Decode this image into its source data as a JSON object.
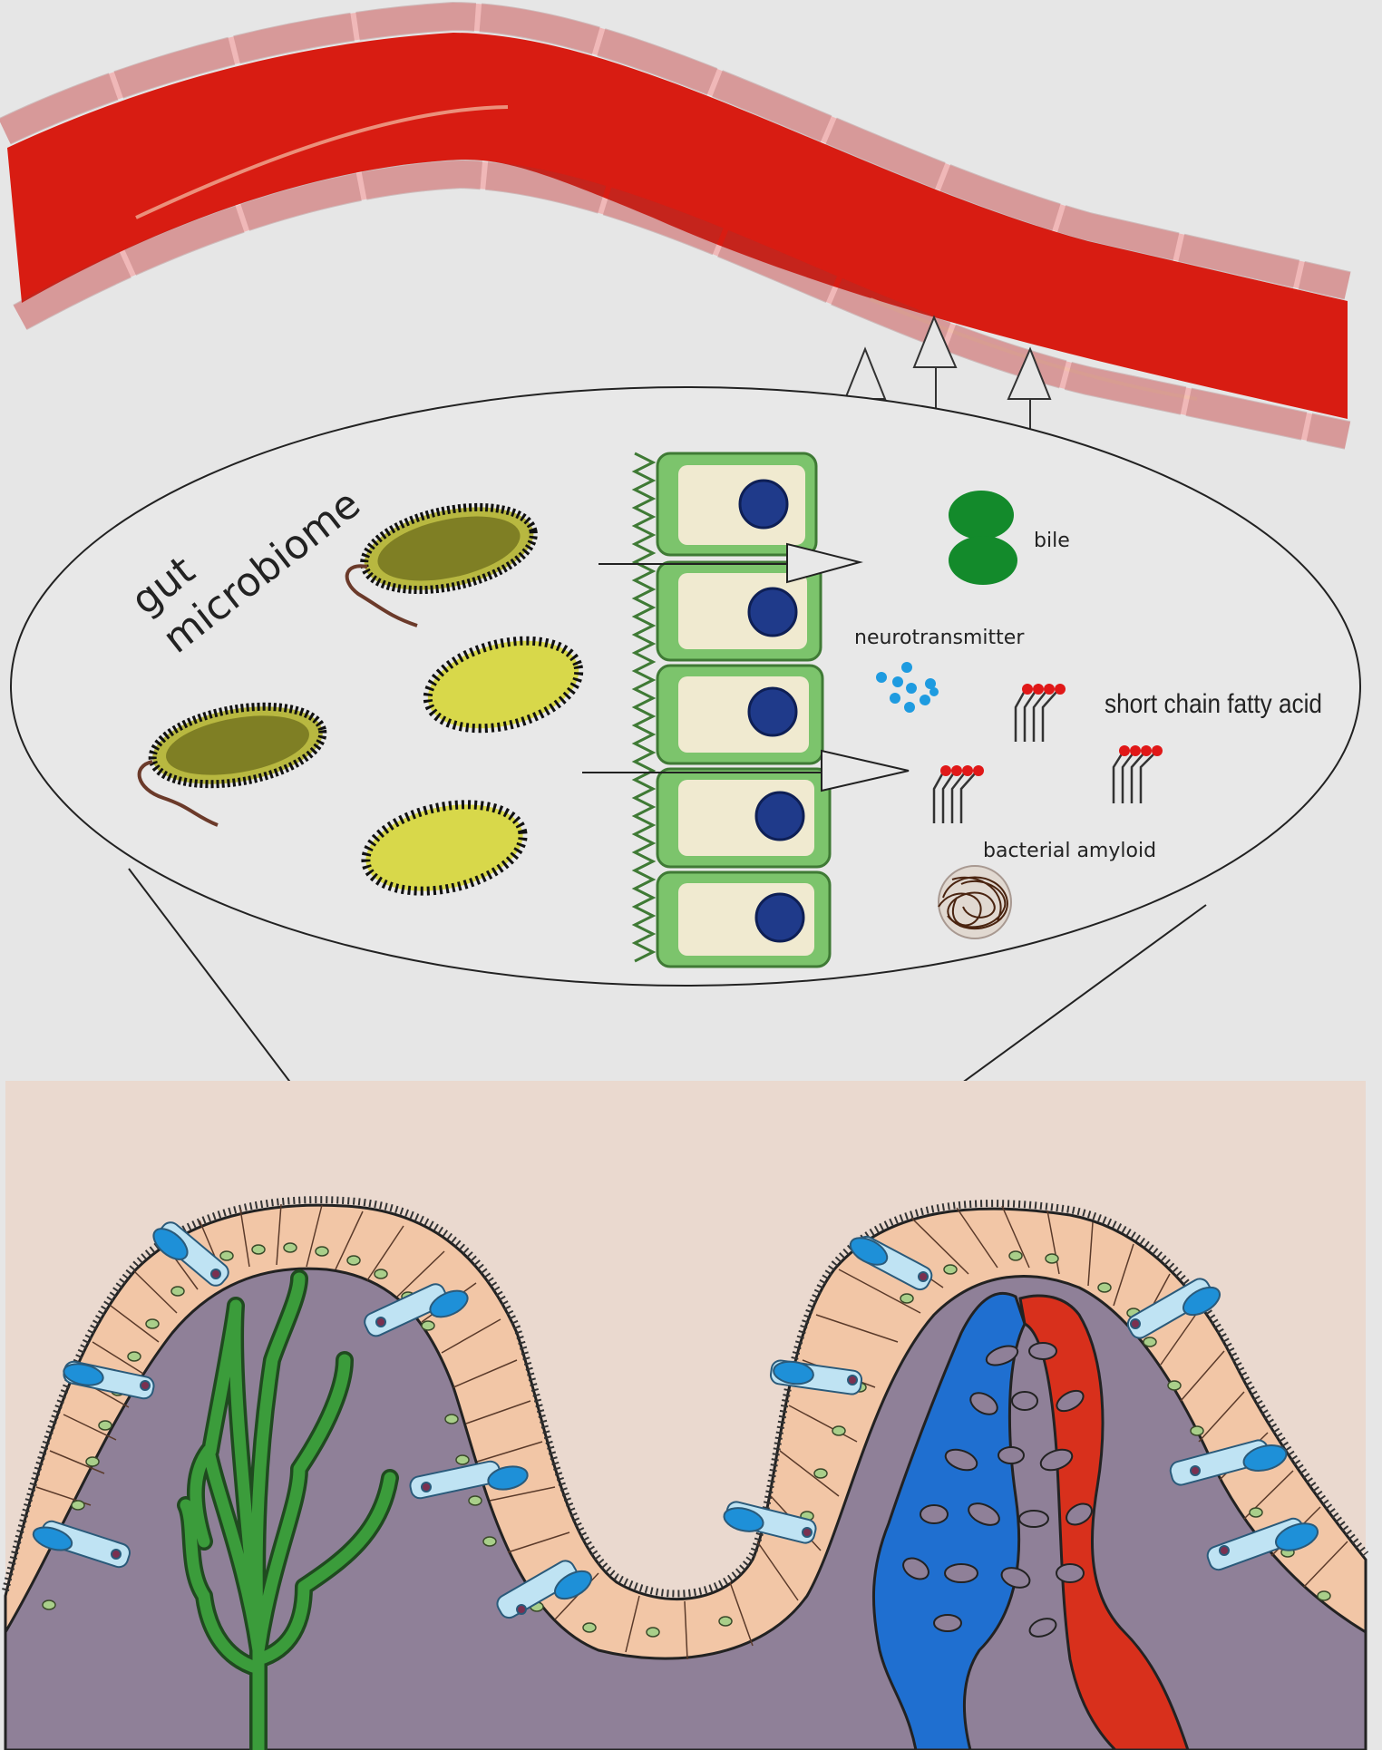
{
  "labels": {
    "gut_line1": "gut",
    "gut_line2": "microbiome",
    "bile": "bile",
    "neurotransmitter": "neurotransmitter",
    "scfa": "short chain fatty acid",
    "amyloid": "bacterial amyloid"
  },
  "colors": {
    "background": "#e6e6e6",
    "vessel_red": "#d81c12",
    "vessel_wall": "#f0b8b8",
    "epithelium_green": "#7cc46c",
    "cell_cream": "#f0ead0",
    "nucleus_blue": "#1f3a8a",
    "bile_green": "#138a2b",
    "neuro_blue": "#1e9be0",
    "scfa_red": "#e01818",
    "tissue_purple": "#8f8098",
    "lumen_beige": "#ead9cf",
    "villus_cell": "#f2c6a6",
    "goblet_blue": "#bfe3f3",
    "vein_blue": "#1f6fd0",
    "artery_red": "#d8301c",
    "lacteal_green": "#3b9c3b"
  }
}
